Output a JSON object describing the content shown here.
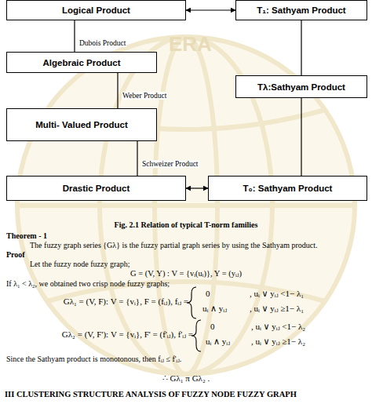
{
  "diagram": {
    "caption": "Fig. 2.1  Relation of typical T-norm families",
    "nodes": [
      {
        "text": [
          "Logical Product"
        ]
      },
      {
        "text": [
          "T₁: Sathyam Product"
        ]
      },
      {
        "text": [
          "Algebraic Product"
        ]
      },
      {
        "text": [
          "Tλ:Sathyam Product"
        ]
      },
      {
        "text": [
          "Multi- Valued Product"
        ]
      },
      {
        "text": [
          "Drastic Product"
        ]
      },
      {
        "text": [
          "T₀: Sathyam Product"
        ]
      }
    ],
    "edges": [
      {
        "from": 0,
        "to": 1,
        "arrow": "both"
      },
      {
        "from": 0,
        "to": 2,
        "label": "Dubois Product",
        "arrow": "none"
      },
      {
        "from": 2,
        "to": 4,
        "label": "Weber Product",
        "arrow": "none"
      },
      {
        "from": 4,
        "to": 5,
        "label": "Schweizer Product",
        "arrow": "none"
      },
      {
        "from": 5,
        "to": 6,
        "arrow": "both"
      },
      {
        "from": 1,
        "to": 3,
        "arrow": "none"
      },
      {
        "from": 3,
        "to": 6,
        "arrow": "none"
      }
    ],
    "labels": [
      "ERA",
      "Theorem - 1",
      "The fuzzy graph series {Gλ} is the fuzzy partial graph series by using the Sathyam product.",
      "Proof",
      "Let the fuzzy node fuzzy graph;",
      "G = (V, Y) : V = {vᵢ(uᵢ)}, Y = (yᵢⱼ)",
      "If λ₁ < λ₂, we obtained two crisp node fuzzy graphs;",
      "Gλ₁ = (V, F): V = {vᵢ}, F = (fᵢⱼ), fᵢⱼ =",
      "0",
      ", uᵢ ∨ yᵢⱼ <1− λ₁",
      "uᵢ ∧ yᵢⱼ",
      ", uᵢ ∨ yᵢⱼ ≥1− λ₁",
      "Gλ₂ = (V, F'): V = {vᵢ}, F' = (f'ᵢⱼ), f'ᵢⱼ =",
      "0",
      ", uᵢ ∨ yᵢⱼ <1− λ₂",
      "uᵢ ∧ yᵢⱼ",
      ", uᵢ ∨ yᵢⱼ ≥1− λ₂",
      "Since the Sathyam product is monotonous, then fᵢⱼ ≤ f'ᵢⱼ.",
      "∴ Gλ₁ π Gλ₂ .",
      "III CLUSTERING STRUCTURE ANALYSIS OF FUZZY NODE FUZZY GRAPH"
    ]
  }
}
